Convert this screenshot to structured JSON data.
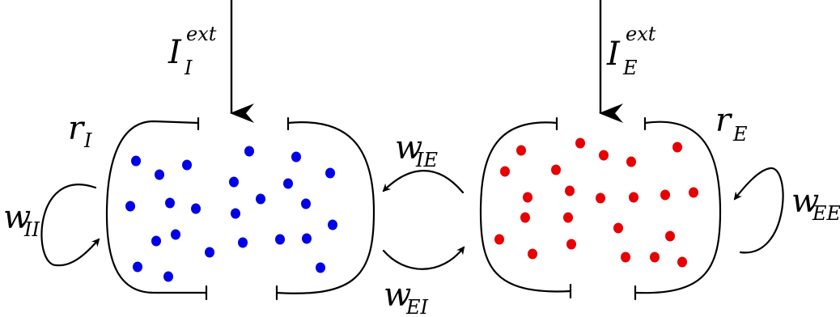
{
  "labels": {
    "ext_input_I": {
      "main": "I",
      "sub": "I",
      "sup": "ext"
    },
    "ext_input_E": {
      "main": "I",
      "sub": "E",
      "sup": "ext"
    },
    "rate_I": {
      "main": "r",
      "sub": "I"
    },
    "rate_E": {
      "main": "r",
      "sub": "E"
    },
    "w_II": {
      "main": "w",
      "sub": "II"
    },
    "w_IE": {
      "main": "w",
      "sub": "IE"
    },
    "w_EI": {
      "main": "w",
      "sub": "EI"
    },
    "w_EE": {
      "main": "w",
      "sub": "EE"
    }
  },
  "colors": {
    "inhibitory_dots": "#0000e6",
    "excitatory_dots": "#e60000",
    "lines": "#000000"
  }
}
